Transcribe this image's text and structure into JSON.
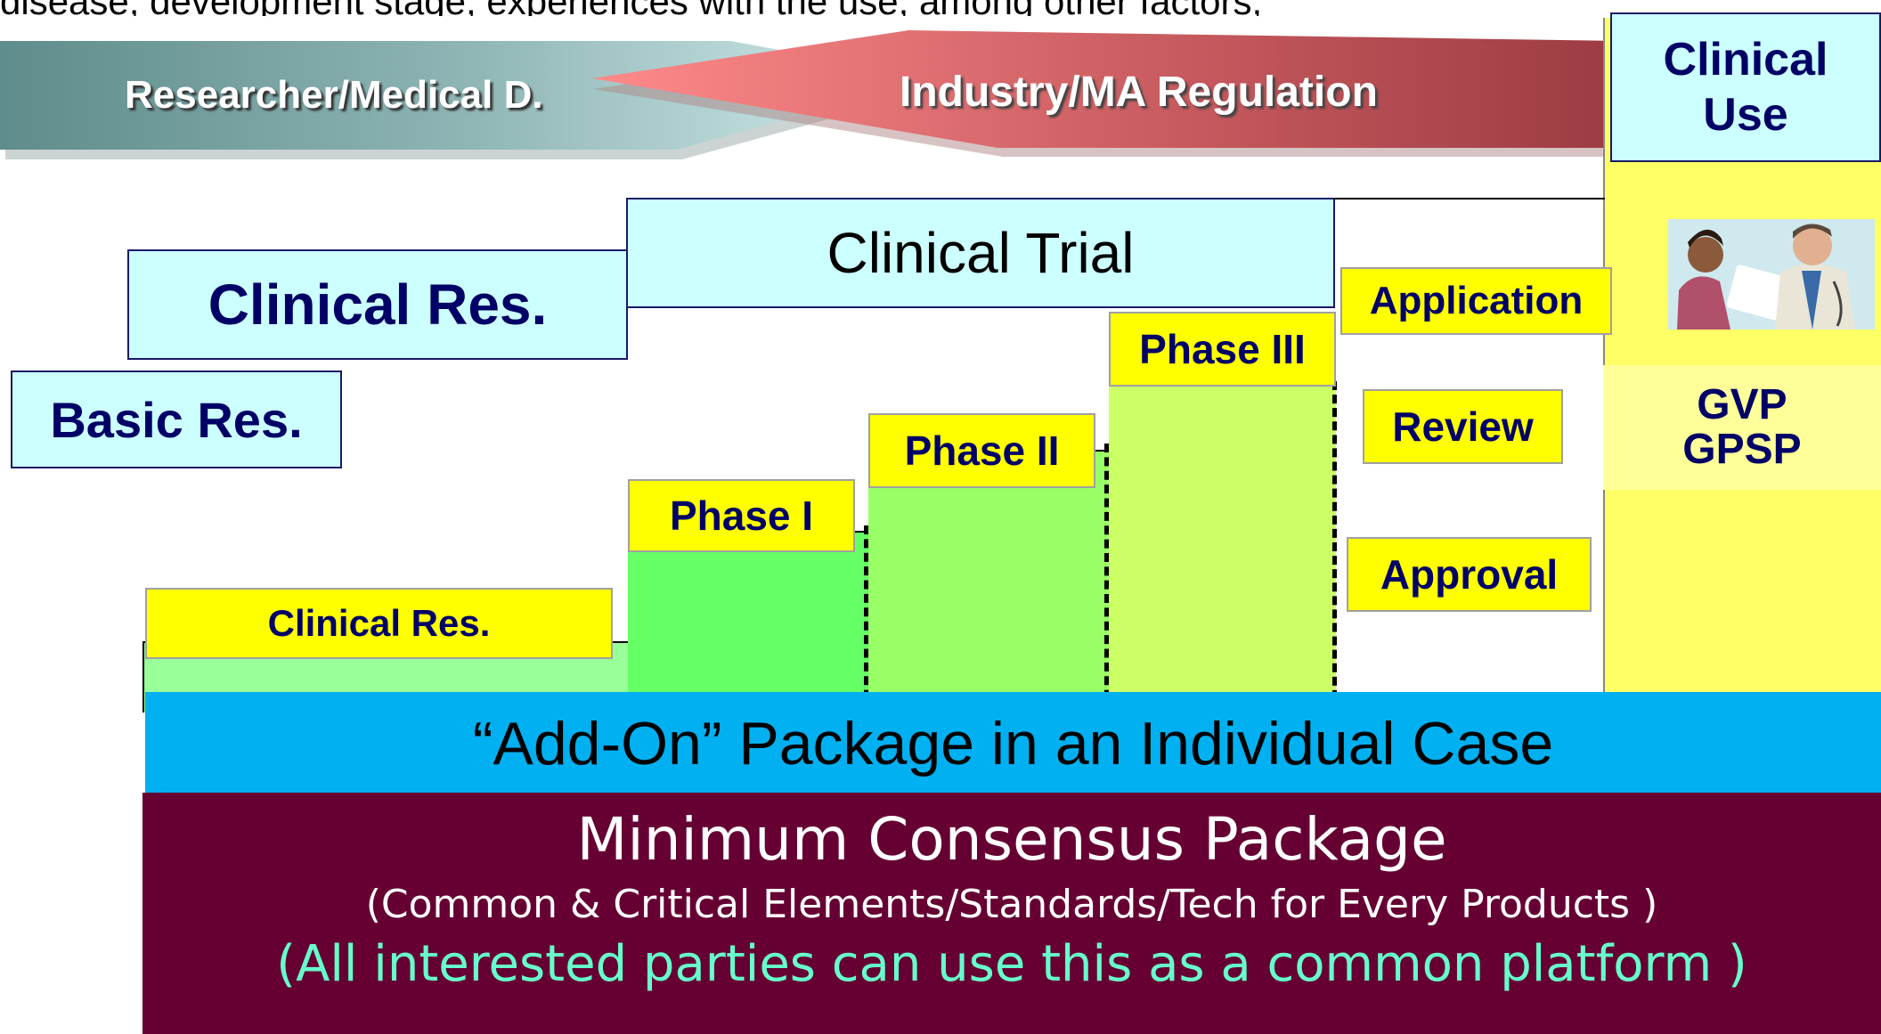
{
  "top_cut_text": "disease, development stage, experiences with the use, among other factors,",
  "arrow_left_label": "Researcher/Medical D.",
  "arrow_right_label": "Industry/MA Regulation",
  "clinical_use": "Clinical\nUse",
  "clinical_trial": "Clinical Trial",
  "clinical_res_header": "Clinical Res.",
  "basic_res": "Basic Res.",
  "clinical_res_small": "Clinical Res.",
  "phase1": "Phase I",
  "phase2": "Phase II",
  "phase3": "Phase III",
  "application": "Application",
  "review": "Review",
  "approval": "Approval",
  "gvp": "GVP\nGPSP",
  "addon": "“Add-On” Package in an Individual Case",
  "minimum_title": "Minimum Consensus Package",
  "minimum_sub1": "(Common & Critical Elements/Standards/Tech for Every Products )",
  "minimum_sub2": "(All interested parties can use this as a common platform )",
  "colors": {
    "cyan_box": "#ccffff",
    "yellow_label": "#ffff00",
    "navy_text": "#000066",
    "addon_band": "#00b0f0",
    "minimum_band": "#660033",
    "minimum_sub2": "#66ffcc"
  }
}
